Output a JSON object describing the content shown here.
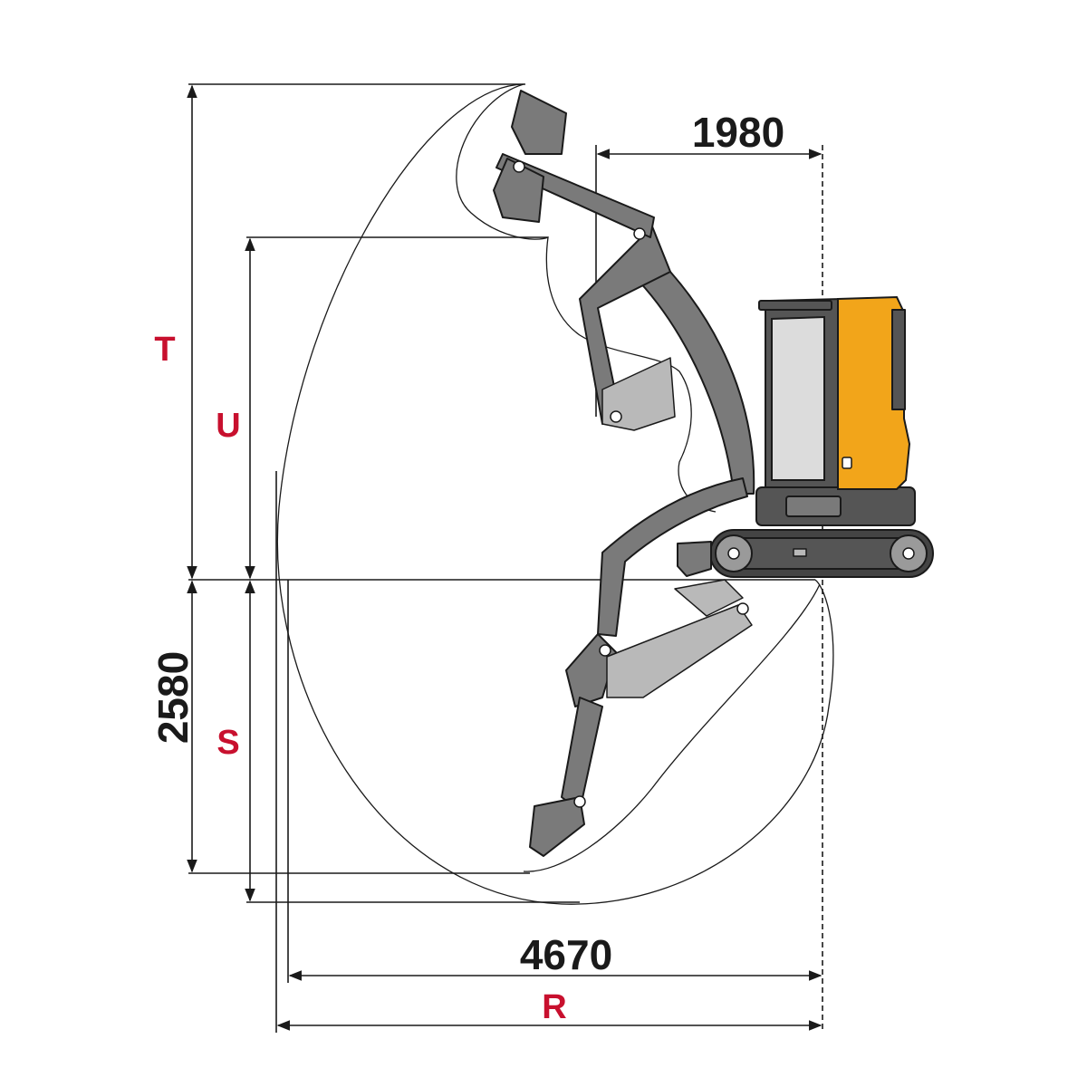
{
  "labels": {
    "top_width": "1980",
    "depth": "2580",
    "bottom_reach": "4670",
    "T": "T",
    "U": "U",
    "S": "S",
    "R": "R"
  },
  "colors": {
    "accent": "#F2A51A",
    "letter_red": "#C8102E",
    "machine_grey": "#7A7A7A",
    "line": "#1A1A1A"
  },
  "icons": [
    "excavator-icon",
    "arrow-icon"
  ]
}
